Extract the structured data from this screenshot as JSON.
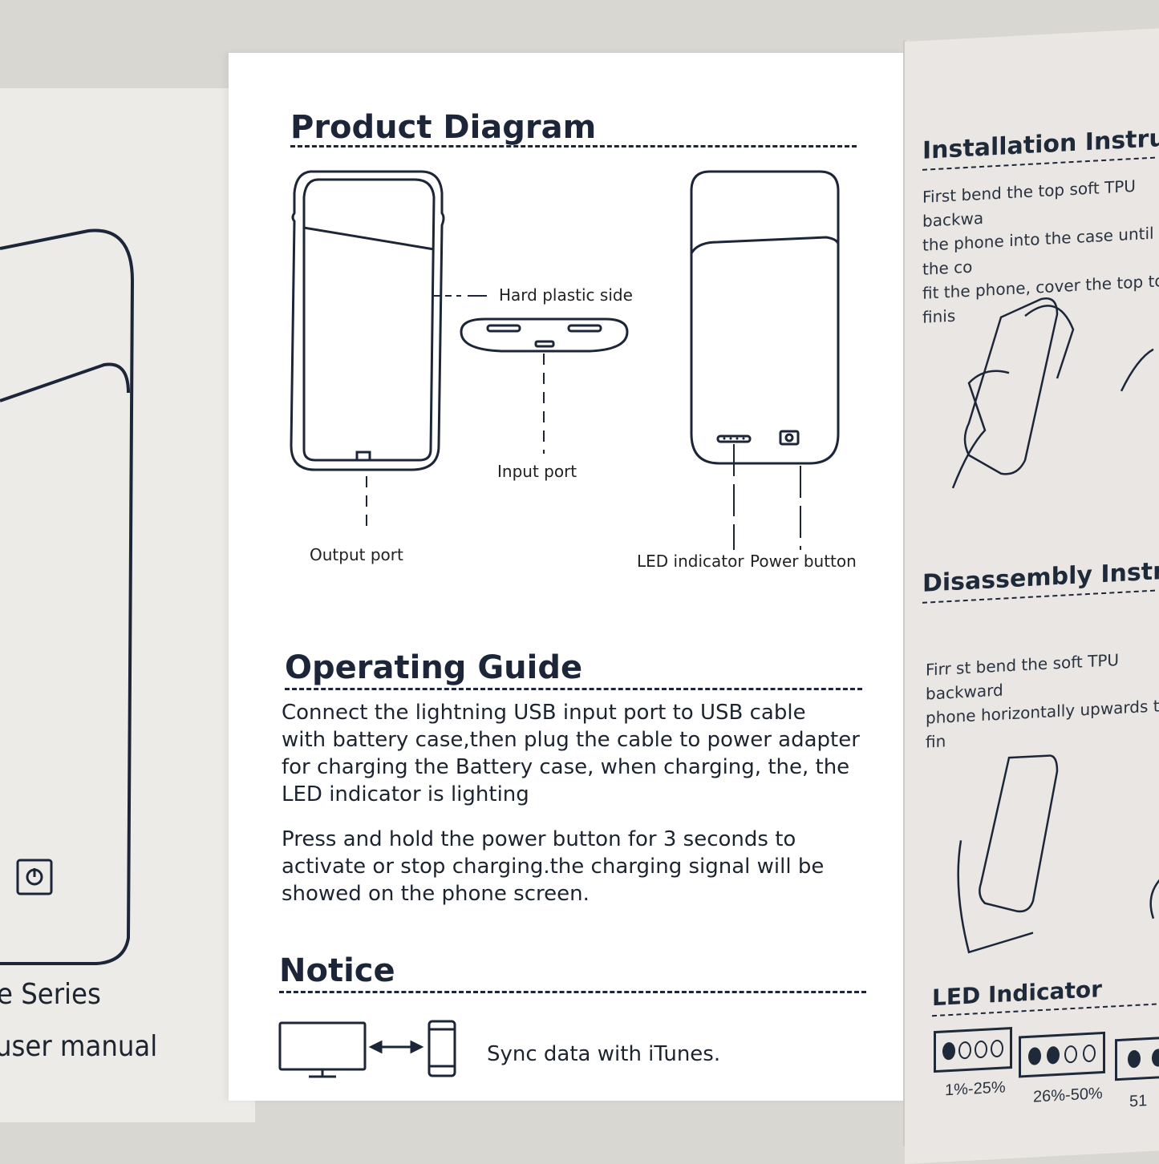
{
  "left_panel": {
    "series_fragment": "e Series",
    "manual_fragment": "user manual"
  },
  "product_diagram": {
    "title": "Product Diagram",
    "labels": {
      "hard_plastic_side": "Hard plastic side",
      "input_port": "Input port",
      "output_port": "Output port",
      "led_indicator": "LED indicator",
      "power_button": "Power button"
    }
  },
  "operating_guide": {
    "title": "Operating Guide",
    "paragraph1": "Connect the lightning USB input port to USB cable\nwith battery case,then plug the cable to power adapter\nfor charging the Battery case, when charging, the, the\nLED indicator is lighting",
    "paragraph2": "Press and hold the power button for 3 seconds to\n activate or stop charging.the charging signal will be\n showed on the phone screen."
  },
  "notice": {
    "title": "Notice",
    "sync_text": "Sync data with iTunes."
  },
  "right_panel": {
    "installation_title": "Installation Instruction",
    "installation_text": "First bend the top soft TPU backwa\nthe phone into the case until the co\nfit the phone, cover the top to finis",
    "disassembly_title": "Disassembly Instruct io",
    "disassembly_text": "Firr st bend the soft TPU backward\nphone horizontally upwards to fin",
    "led_title": "LED Indicator",
    "led_levels": [
      {
        "label": "1%-25%"
      },
      {
        "label": "26%-50%"
      },
      {
        "label": "51"
      }
    ]
  },
  "colors": {
    "ink": "#1c2638",
    "paper": "#ffffff",
    "background": "#d9d7d2"
  }
}
